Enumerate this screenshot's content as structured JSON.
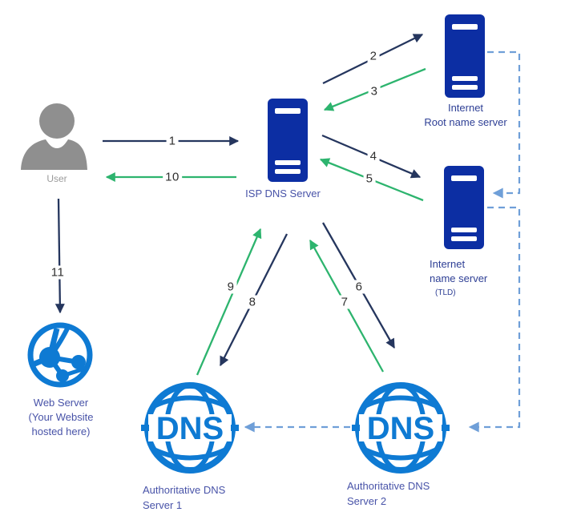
{
  "nodes": {
    "user": {
      "label": "User",
      "icon": "person-icon"
    },
    "isp": {
      "label": "ISP DNS Server",
      "icon": "server-icon"
    },
    "root": {
      "label_line1": "Internet",
      "label_line2": "Root name server",
      "icon": "server-icon"
    },
    "tld": {
      "label_line1": "Internet",
      "label_line2": "name server",
      "label_line3": "(TLD)",
      "icon": "server-icon"
    },
    "web": {
      "label_line1": "Web Server",
      "label_line2": "(Your Website",
      "label_line3": "hosted here)",
      "icon": "globe-network-icon"
    },
    "auth1": {
      "badge": "DNS",
      "label_line1": "Authoritative DNS",
      "label_line2": "Server 1",
      "icon": "dns-globe-icon"
    },
    "auth2": {
      "badge": "DNS",
      "label_line1": "Authoritative DNS",
      "label_line2": "Server 2",
      "icon": "dns-globe-icon"
    }
  },
  "steps": [
    {
      "num": "1",
      "style": "query"
    },
    {
      "num": "2",
      "style": "query"
    },
    {
      "num": "3",
      "style": "response"
    },
    {
      "num": "4",
      "style": "query"
    },
    {
      "num": "5",
      "style": "response"
    },
    {
      "num": "6",
      "style": "query"
    },
    {
      "num": "7",
      "style": "response"
    },
    {
      "num": "8",
      "style": "query"
    },
    {
      "num": "9",
      "style": "response"
    },
    {
      "num": "10",
      "style": "response"
    },
    {
      "num": "11",
      "style": "query"
    }
  ],
  "colors": {
    "server_navy": "#0c2ea3",
    "globe_blue": "#0e7ad3",
    "arrow_query_dark": "#25365e",
    "arrow_response_green": "#2db46e",
    "dashed_referral_blue": "#6f9fd8",
    "label_blue": "#4853a8",
    "user_gray": "#8f8f8f"
  }
}
